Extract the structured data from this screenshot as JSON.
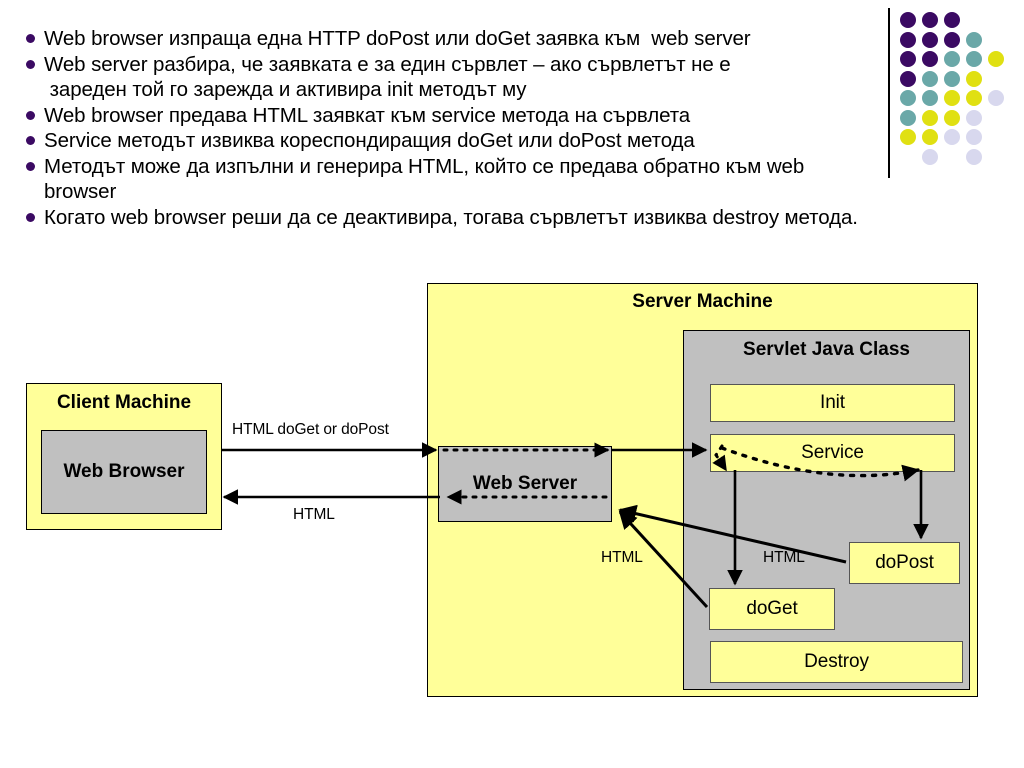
{
  "slide": {
    "bullets": [
      "Web browser изпраща една HTTP doPost или doGet заявка към  web server",
      "Web server разбира, че заявката е за един сървлет – ако сървлетът не е\n зареден той го зарежда и активира init методът му",
      "Web browser предава HTML заявкат към service метода на сървлета",
      "Service методът извиква кореспондиращия doGet или doPost метода",
      "Методът може да изпълни и генерира HTML, който се предава обратно към web\nbrowser",
      "Когато web browser реши да се деактивира, тогава сървлетът извиква destroy метода."
    ]
  },
  "decor": {
    "name": "dot-grid-decoration",
    "colors": {
      "purple": "#3b0a63",
      "teal": "#6aa8a8",
      "yellow": "#e0e012",
      "lavender": "#d8d8ee"
    },
    "rows": [
      [
        "purple",
        "purple",
        "purple"
      ],
      [
        "purple",
        "purple",
        "purple",
        "teal"
      ],
      [
        "purple",
        "purple",
        "teal",
        "teal",
        "yellow"
      ],
      [
        "purple",
        "teal",
        "teal",
        "yellow"
      ],
      [
        "teal",
        "teal",
        "yellow",
        "yellow",
        "lavender"
      ],
      [
        "teal",
        "yellow",
        "yellow",
        "lavender"
      ],
      [
        "yellow",
        "yellow",
        "lavender",
        "lavender"
      ],
      [
        "empty",
        "lavender",
        "empty",
        "lavender"
      ]
    ]
  },
  "diagram": {
    "type": "architecture-flow",
    "client_machine": {
      "title": "Client Machine",
      "inner": {
        "title": "Web Browser"
      }
    },
    "server_machine": {
      "title": "Server Machine",
      "web_server": {
        "title": "Web Server"
      },
      "servlet_class": {
        "title": "Servlet Java Class",
        "methods": [
          {
            "name": "Init"
          },
          {
            "name": "Service"
          },
          {
            "name": "doPost"
          },
          {
            "name": "doGet"
          },
          {
            "name": "Destroy"
          }
        ]
      }
    },
    "edge_labels": {
      "request": "HTML doGet or doPost",
      "response_client": "HTML",
      "response_doget": "HTML",
      "response_dopost": "HTML"
    },
    "colors": {
      "box_yellow": "#ffff99",
      "box_gray": "#c0c0c0",
      "stroke": "#000000"
    }
  }
}
